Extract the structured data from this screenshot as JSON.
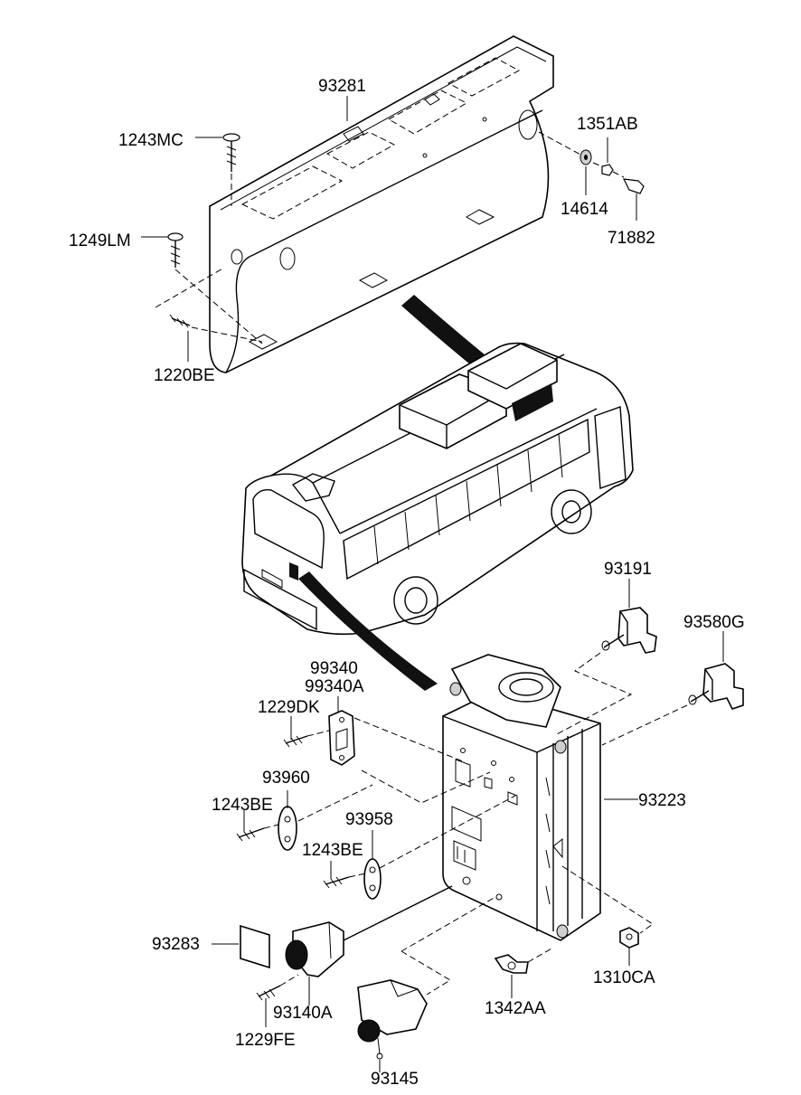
{
  "labels": {
    "p93281": "93281",
    "p1243MC": "1243MC",
    "p1351AB": "1351AB",
    "p14614": "14614",
    "p71882": "71882",
    "p1249LM": "1249LM",
    "p1220BE": "1220BE",
    "p93191": "93191",
    "p93580G": "93580G",
    "p99340": "99340",
    "p99340A": "99340A",
    "p1229DK": "1229DK",
    "p93960": "93960",
    "p1243BE_a": "1243BE",
    "p93958": "93958",
    "p1243BE_b": "1243BE",
    "p93223": "93223",
    "p93283": "93283",
    "p93140A": "93140A",
    "p1229FE": "1229FE",
    "p1342AA": "1342AA",
    "p1310CA": "1310CA",
    "p93145": "93145"
  }
}
